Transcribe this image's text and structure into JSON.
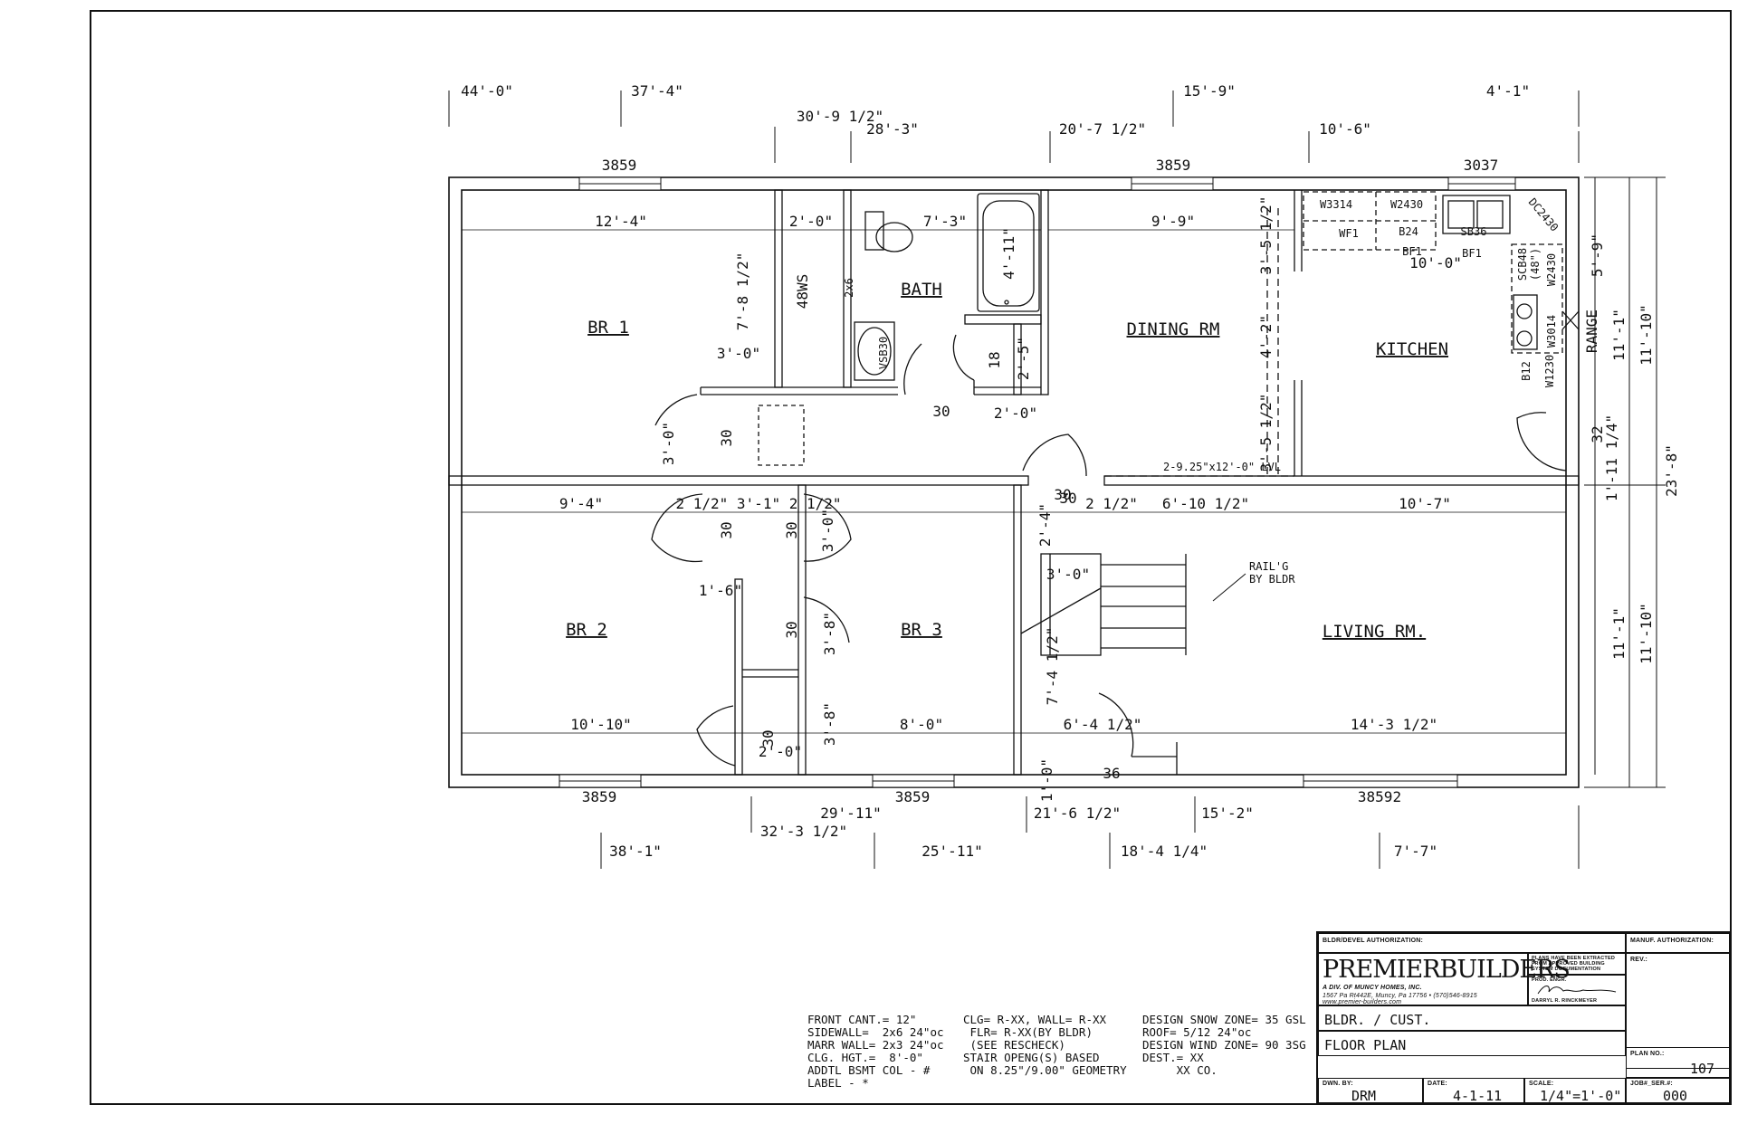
{
  "rooms": {
    "br1": "BR 1",
    "br2": "BR 2",
    "br3": "BR 3",
    "bath": "BATH",
    "dining": "DINING RM",
    "kitchen": "KITCHEN",
    "living": "LIVING RM."
  },
  "top_dims": {
    "row1": [
      "44'-0\"",
      "37'-4\"",
      "15'-9\"",
      "4'-1\""
    ],
    "row2": [
      "30'-9 1/2\"",
      "28'-3\"",
      "20'-7 1/2\"",
      "10'-6\""
    ],
    "windows": [
      "3859",
      "3859",
      "3037"
    ]
  },
  "bottom_dims": {
    "windows": [
      "3859",
      "3859",
      "38592"
    ],
    "row1": [
      "29'-11\"",
      "21'-6 1/2\"",
      "15'-2\""
    ],
    "row2": [
      "32'-3 1/2\""
    ],
    "row3": [
      "38'-1\"",
      "25'-11\"",
      "18'-4 1/4\"",
      "7'-7\""
    ]
  },
  "right_dims": [
    "5'-9\"",
    "11'-1\"",
    "11'-10\"",
    "32",
    "1'-11 1/4\"",
    "23'-8\"",
    "11'-1\"",
    "11'-10\""
  ],
  "interior_dims": {
    "br1_width": "12'-4\"",
    "closet_width": "2'-0\"",
    "bath_width": "7'-3\"",
    "dining_width": "9'-9\"",
    "tub": "4'-11\"",
    "br1_depth": "7'-8 1/2\"",
    "ws48": "48WS",
    "stud": "2x6",
    "vanity": "VSB30",
    "br1_closet_door": "3'-0\"",
    "door30_a": "30",
    "door30_b": "30",
    "door_3_0_left": "3'-0\"",
    "door30_c": "30",
    "linen18": "18",
    "linen_depth": "2'-5\"",
    "linen_width": "2'-0\"",
    "dining_a": "3'-5 1/2\"",
    "dining_b": "4'-2\"",
    "dining_c": "3'-5 1/2\"",
    "kitchen_width": "10'-0\"",
    "lvl": "2-9.25\"x12'-0\" LVL",
    "range": "RANGE",
    "hall_a": "9'-4\"",
    "hall_b": "2 1/2\" 3'-1\" 2 1/2\"",
    "hall_c": "2 1/2\"",
    "hall_d": "6'-10 1/2\"",
    "hall_e": "10'-7\"",
    "door30_d": "30",
    "door30_e": "30",
    "door30_f": "30",
    "door_3_0_b": "3'-0\"",
    "entry30": "30",
    "stair_a": "2'-4\"",
    "stair_w": "3'-0\"",
    "closet16": "1'-6\"",
    "door30_g": "30",
    "door_3_8_a": "3'-8\"",
    "stair_b": "7'-4 1/2\"",
    "br2_width": "10'-10\"",
    "door30_h": "30",
    "closet2": "2'-0\"",
    "door_3_8_b": "3'-8\"",
    "br3_width": "8'-0\"",
    "entry_a": "6'-4 1/2\"",
    "entry_b": "1'-0\"",
    "entry36": "36",
    "living_width": "14'-3 1/2\"",
    "rail": "RAIL'G\nBY BLDR"
  },
  "cabinets": {
    "w3314": "W3314",
    "w2430_top": "W2430",
    "wf1": "WF1",
    "b24": "B24",
    "sb36": "SB36",
    "bf1_a": "BF1",
    "bf1_b": "BF1",
    "dc2430": "DC2430",
    "scb48": "SCB48",
    "scb48_size": "(48\")",
    "w2430_side": "W2430",
    "w3014": "W3014",
    "b12": "B12",
    "w1230": "W1230"
  },
  "notes": {
    "col1": "FRONT CANT.= 12\"\nSIDEWALL=  2x6 24\"oc\nMARR WALL= 2x3 24\"oc\nCLG. HGT.=  8'-0\"\nADDTL BSMT COL - #\nLABEL - *",
    "col2": "CLG= R-XX, WALL= R-XX\n FLR= R-XX(BY BLDR)\n (SEE RESCHECK)\nSTAIR OPENG(S) BASED\n ON 8.25\"/9.00\" GEOMETRY",
    "col3": "DESIGN SNOW ZONE= 35 GSL\nROOF= 5/12 24\"oc\nDESIGN WIND ZONE= 90 3SG\nDEST.= XX\n     XX CO."
  },
  "title_block": {
    "bldr_auth": "BLDR/DEVEL AUTHORIZATION:",
    "manuf_auth": "MANUF. AUTHORIZATION:",
    "brand": "PREMIERBUILDERS",
    "division": "A DIV. OF MUNCY HOMES, INC.",
    "address": "1567 Pa Rt442E, Muncy, Pa 17756 • (570)546-8915",
    "website": "www.premier-builders.com",
    "extract_note": "PLANS HAVE BEEN EXTRACTED FROM APPROVED BUILDING SYSTEM DOCUMENTATION",
    "prod_engr": "PROD. ENGR.",
    "engineer": "DARRYL R. RINCKMEYER",
    "rev": "REV.:",
    "bldr_cust": "BLDR. / CUST.",
    "floor_plan": "FLOOR PLAN",
    "plan_no_label": "PLAN NO.:",
    "plan_no": "107",
    "dwn_by_label": "DWN. BY:",
    "dwn_by": "DRM",
    "date_label": "DATE:",
    "date": "4-1-11",
    "scale_label": "SCALE:",
    "scale": "1/4\"=1'-0\"",
    "job_label": "JOB#_SER.#:",
    "job": "000"
  }
}
